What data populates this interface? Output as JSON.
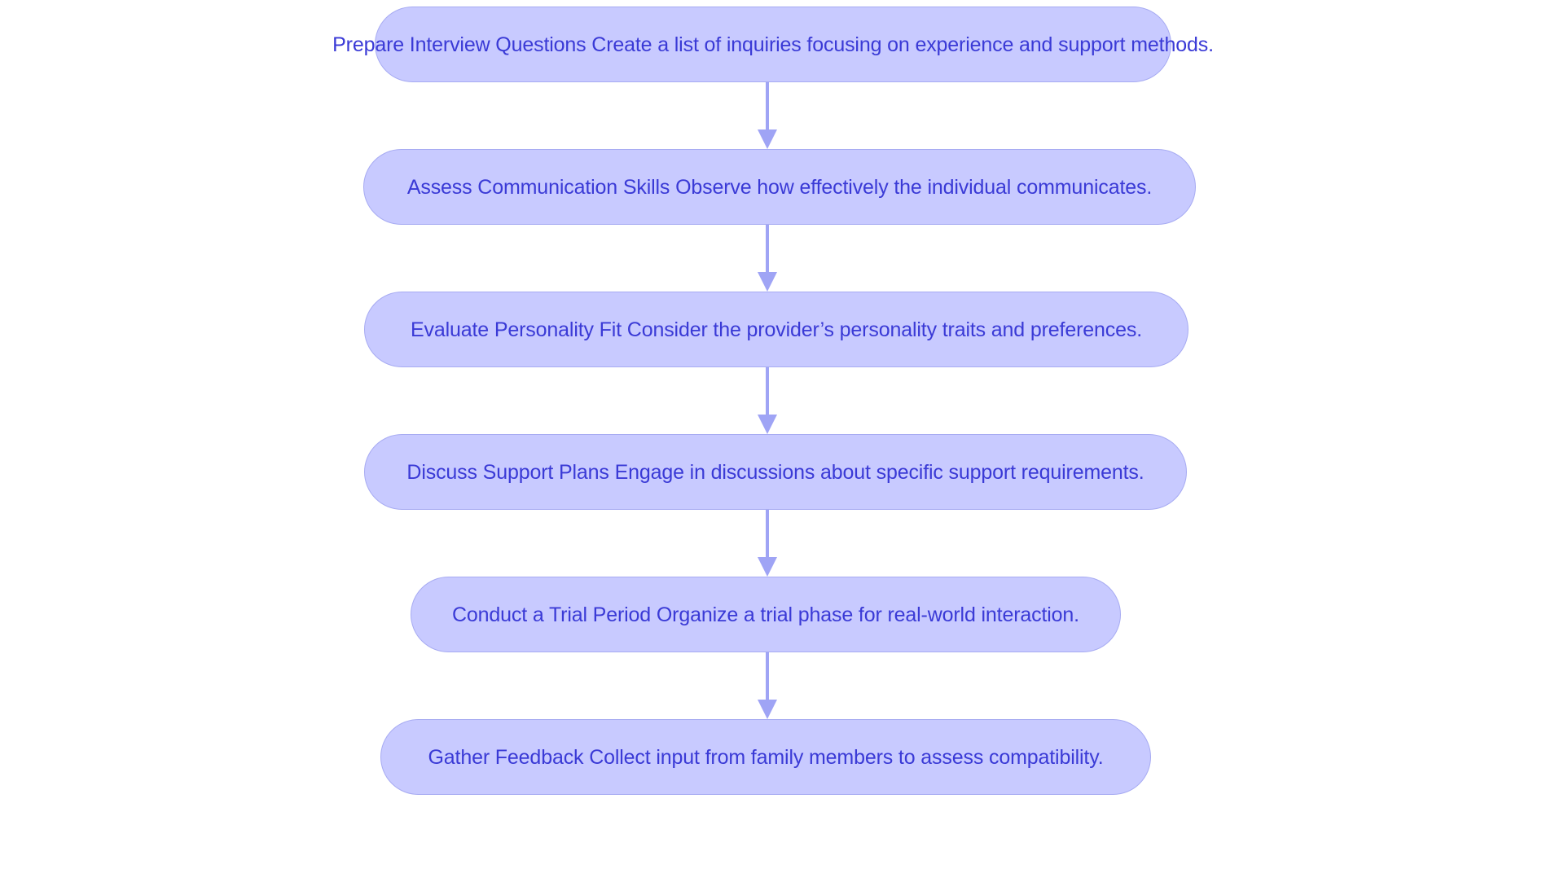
{
  "diagram": {
    "type": "flowchart",
    "orientation": "vertical-top-down",
    "title": "",
    "background_color": "#ffffff",
    "node_fill_color": "#c8caff",
    "node_border_color": "#a7abf2",
    "node_text_color": "#3a3ad6",
    "connector_color": "#9fa4f5",
    "node_shape": "rounded-pill",
    "connector_style": "straight-arrow-down",
    "node_count": 6,
    "edge_count": 5,
    "nodes": [
      {
        "id": "node-1",
        "index": 1,
        "heading": "Prepare Interview Questions",
        "description": "Create a list of inquiries focusing on experience and support methods.",
        "text": "Prepare Interview Questions Create a list of inquiries focusing on experience and support methods."
      },
      {
        "id": "node-2",
        "index": 2,
        "heading": "Assess Communication Skills",
        "description": "Observe how effectively the individual communicates.",
        "text": "Assess Communication Skills Observe how effectively the individual communicates."
      },
      {
        "id": "node-3",
        "index": 3,
        "heading": "Evaluate Personality Fit",
        "description": "Consider the provider’s personality traits and preferences.",
        "text": "Evaluate Personality Fit Consider the provider’s personality traits and preferences."
      },
      {
        "id": "node-4",
        "index": 4,
        "heading": "Discuss Support Plans",
        "description": "Engage in discussions about specific support requirements.",
        "text": "Discuss Support Plans Engage in discussions about specific support requirements."
      },
      {
        "id": "node-5",
        "index": 5,
        "heading": "Conduct a Trial Period",
        "description": "Organize a trial phase for real-world interaction.",
        "text": "Conduct a Trial Period Organize a trial phase for real-world interaction."
      },
      {
        "id": "node-6",
        "index": 6,
        "heading": "Gather Feedback",
        "description": "Collect input from family members to assess compatibility.",
        "text": "Gather Feedback Collect input from family members to assess compatibility."
      }
    ],
    "edges": [
      {
        "id": "edge-1",
        "from": "node-1",
        "to": "node-2",
        "label": ""
      },
      {
        "id": "edge-2",
        "from": "node-2",
        "to": "node-3",
        "label": ""
      },
      {
        "id": "edge-3",
        "from": "node-3",
        "to": "node-4",
        "label": ""
      },
      {
        "id": "edge-4",
        "from": "node-4",
        "to": "node-5",
        "label": ""
      },
      {
        "id": "edge-5",
        "from": "node-5",
        "to": "node-6",
        "label": ""
      }
    ]
  }
}
